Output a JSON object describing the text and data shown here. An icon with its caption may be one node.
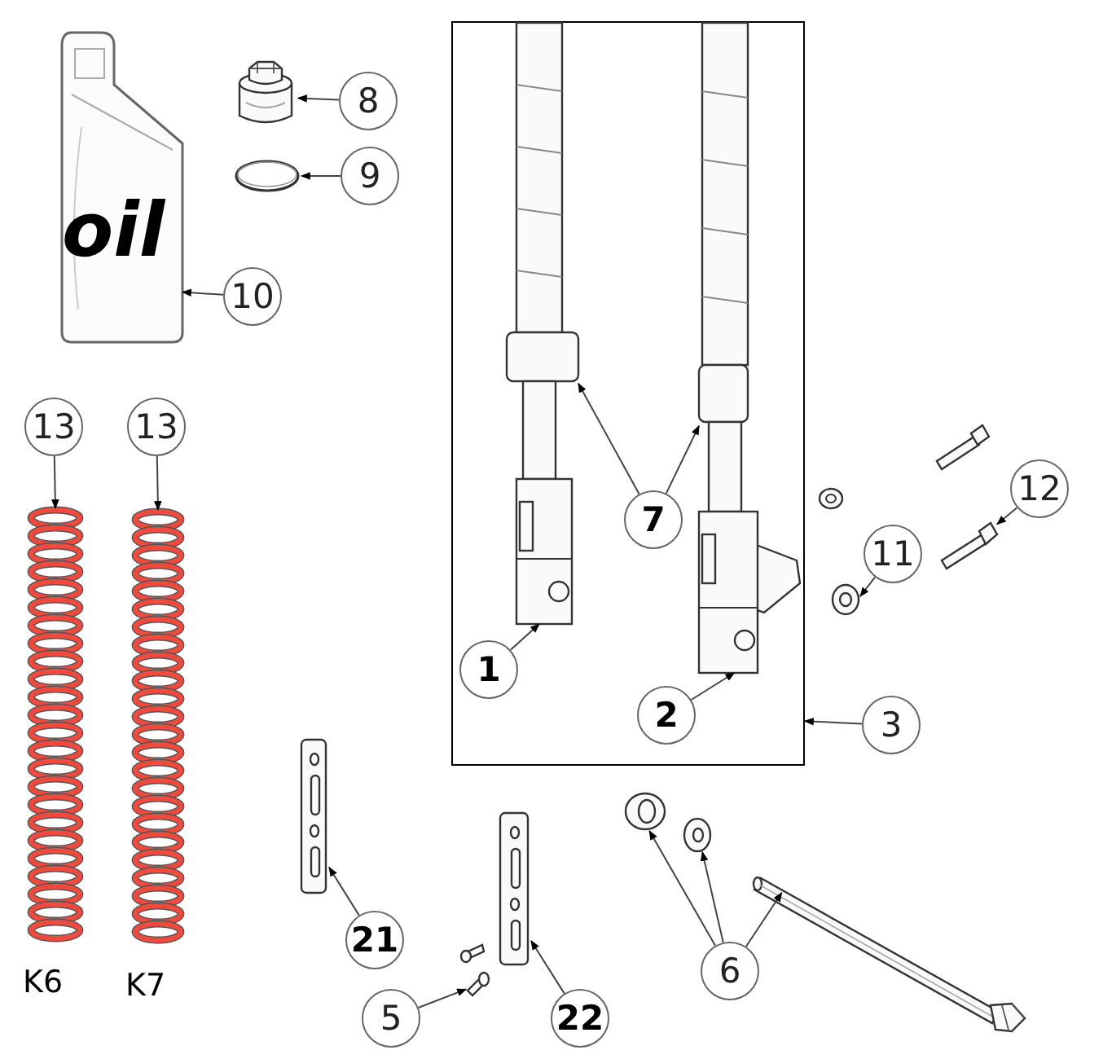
{
  "diagram": {
    "nodes": [
      {
        "text": [
          "oil"
        ]
      },
      {
        "text": [],
        "shape": "picture"
      },
      {
        "text": [
          "8"
        ]
      },
      {
        "text": [],
        "shape": "picture"
      },
      {
        "text": [
          "9"
        ]
      },
      {
        "text": [
          "10"
        ]
      },
      {
        "text": [],
        "shape": "box"
      },
      {
        "text": [],
        "shape": "picture",
        "in": 6
      },
      {
        "text": [],
        "shape": "picture",
        "in": 6
      },
      {
        "text": [
          "7"
        ],
        "in": 6
      },
      {
        "text": [
          "1"
        ],
        "in": 6
      },
      {
        "text": [
          "2"
        ],
        "in": 6
      },
      {
        "text": [
          "3"
        ]
      },
      {
        "text": [],
        "shape": "picture"
      },
      {
        "text": [
          "12"
        ]
      },
      {
        "text": [],
        "shape": "picture"
      },
      {
        "text": [
          "11"
        ]
      },
      {
        "text": [
          "13"
        ]
      },
      {
        "text": [
          "13"
        ]
      },
      {
        "text": [],
        "shape": "picture",
        "beside": [
          "K6"
        ]
      },
      {
        "text": [],
        "shape": "picture",
        "beside": [
          "K7"
        ]
      },
      {
        "text": [],
        "shape": "picture"
      },
      {
        "text": [
          "21"
        ]
      },
      {
        "text": [],
        "shape": "picture"
      },
      {
        "text": [
          "22"
        ]
      },
      {
        "text": [],
        "shape": "picture"
      },
      {
        "text": [
          "5"
        ]
      },
      {
        "text": [],
        "shape": "picture"
      },
      {
        "text": [],
        "shape": "picture"
      },
      {
        "text": [],
        "shape": "picture"
      },
      {
        "text": [
          "6"
        ]
      }
    ],
    "edges": [
      {
        "from": 2,
        "to": 1,
        "arrow": "to"
      },
      {
        "from": 4,
        "to": 3,
        "arrow": "to"
      },
      {
        "from": 5,
        "to": 0,
        "arrow": "to"
      },
      {
        "from": 12,
        "to": 6,
        "arrow": "to"
      },
      {
        "from": 9,
        "to": 7,
        "arrow": "to"
      },
      {
        "from": 9,
        "to": 8,
        "arrow": "to"
      },
      {
        "from": 10,
        "to": 7,
        "arrow": "to"
      },
      {
        "from": 11,
        "to": 8,
        "arrow": "to"
      },
      {
        "from": 14,
        "to": 13,
        "arrow": "to"
      },
      {
        "from": 16,
        "to": 15,
        "arrow": "to"
      },
      {
        "from": 17,
        "to": 19,
        "arrow": "to"
      },
      {
        "from": 18,
        "to": 20,
        "arrow": "to"
      },
      {
        "from": 22,
        "to": 21,
        "arrow": "to"
      },
      {
        "from": 24,
        "to": 23,
        "arrow": "to"
      },
      {
        "from": 26,
        "to": 25,
        "arrow": "to"
      },
      {
        "from": 30,
        "to": 27,
        "arrow": "to"
      },
      {
        "from": 30,
        "to": 28,
        "arrow": "to"
      },
      {
        "from": 30,
        "to": 29,
        "arrow": "to"
      }
    ]
  }
}
